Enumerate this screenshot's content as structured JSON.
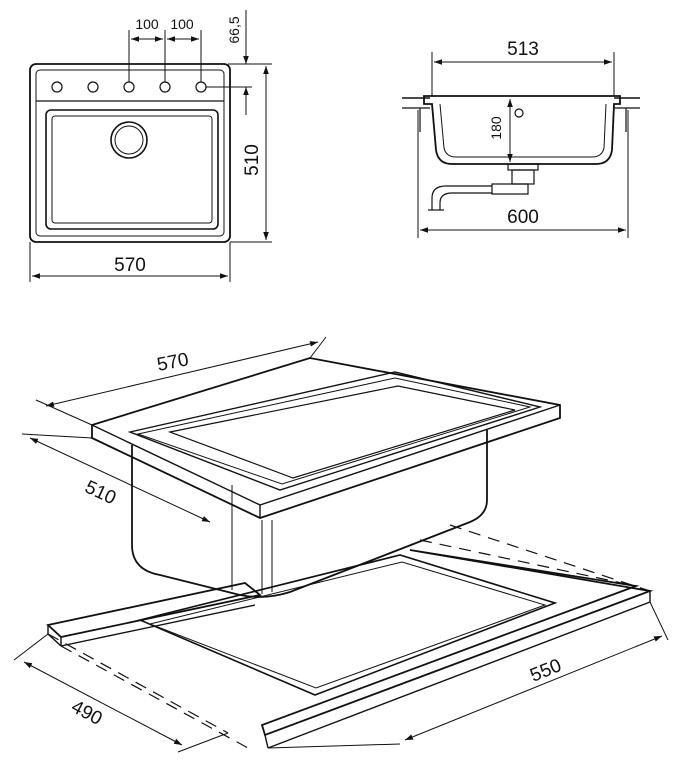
{
  "front_view": {
    "hole_spacing_1": "100",
    "hole_spacing_2": "100",
    "hole_offset": "66,5",
    "height": "510",
    "width": "570"
  },
  "side_view": {
    "inner_width": "513",
    "depth": "180",
    "outer_width": "600"
  },
  "isometric_view": {
    "sink_width": "570",
    "sink_depth": "510",
    "cutout_depth": "490",
    "cutout_width": "550"
  }
}
